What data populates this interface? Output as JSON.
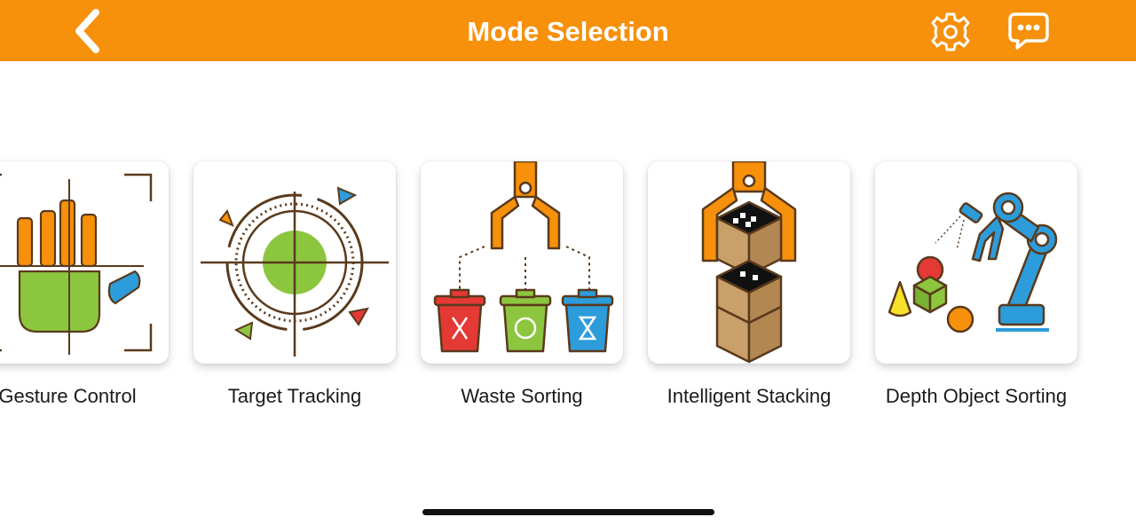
{
  "header": {
    "title": "Mode Selection",
    "back_icon": "chevron-left-icon",
    "settings_icon": "gear-icon",
    "chat_icon": "chat-bubble-icon",
    "bar_color": "#f7900a"
  },
  "modes": [
    {
      "label": "Gesture Control",
      "icon": "hand-icon"
    },
    {
      "label": "Target Tracking",
      "icon": "crosshair-icon"
    },
    {
      "label": "Waste Sorting",
      "icon": "gripper-bins-icon"
    },
    {
      "label": "Intelligent Stacking",
      "icon": "stacking-boxes-icon"
    },
    {
      "label": "Depth Object Sorting",
      "icon": "robot-arm-icon"
    }
  ]
}
